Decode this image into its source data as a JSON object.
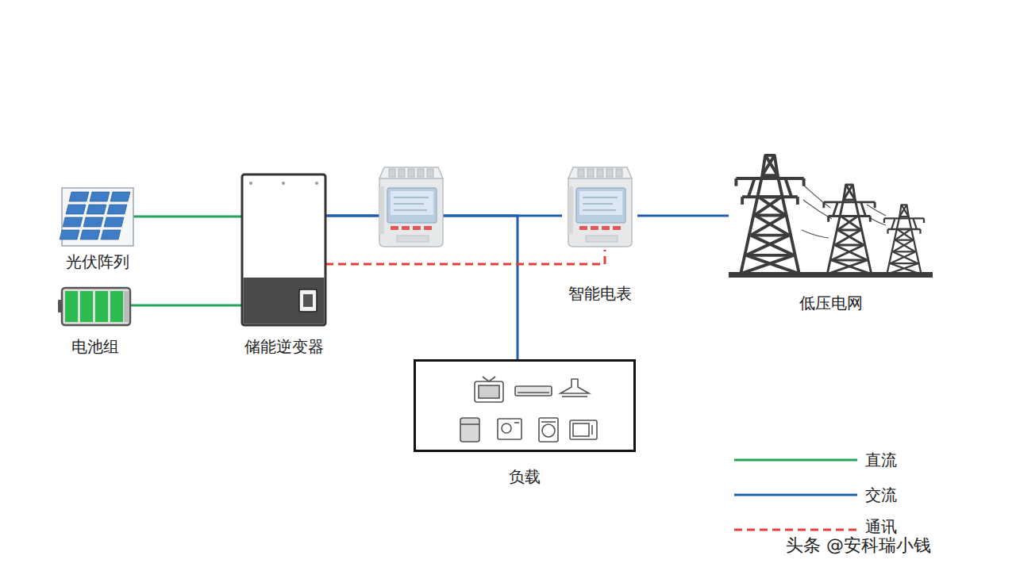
{
  "diagram": {
    "nodes": [
      {
        "text": [
          "光伏阵列"
        ]
      },
      {
        "text": [
          "电池组"
        ]
      },
      {
        "text": [
          "储能逆变器"
        ]
      },
      {
        "text": [
          "智能电表"
        ]
      },
      {
        "text": [
          "低压电网"
        ]
      },
      {
        "text": [
          "负载"
        ]
      }
    ],
    "edges": [
      {
        "from": 0,
        "to": 2,
        "arrow": "none"
      },
      {
        "from": 1,
        "to": 2,
        "arrow": "none"
      },
      {
        "from": 2,
        "to": 3,
        "arrow": "none"
      },
      {
        "from": 2,
        "to": 5,
        "arrow": "none"
      },
      {
        "from": 3,
        "to": 4,
        "arrow": "none"
      },
      {
        "from": 2,
        "to": 3,
        "arrow": "none"
      }
    ],
    "labels": [
      "头条 @安科瑞小钱"
    ],
    "legend": [
      {
        "text": "直流"
      },
      {
        "text": "交流"
      },
      {
        "text": "通讯"
      }
    ]
  }
}
